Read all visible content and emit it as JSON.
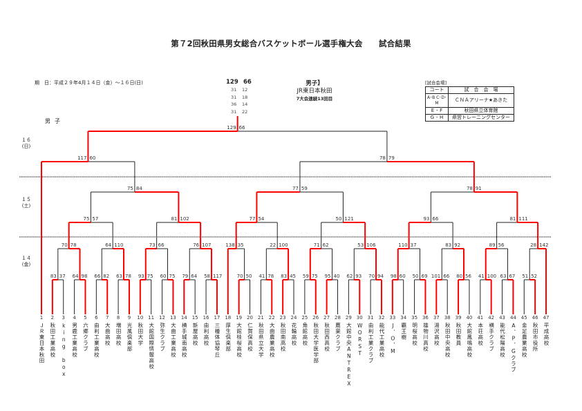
{
  "title": "第７2回秋田県男女総合バスケットボール選手権大会　　試合結果",
  "date": "期　日：平成２９年4月１４日（金）～１６日(日)",
  "gender_label": "男子",
  "final_result": {
    "total": [
      129,
      66
    ],
    "periods": [
      [
        31,
        12
      ],
      [
        31,
        18
      ],
      [
        36,
        14
      ],
      [
        31,
        22
      ]
    ],
    "champion_header": "男子】",
    "champion": "JR東日本秋田",
    "note": "7大会連続13回目"
  },
  "days": [
    {
      "day": "１６",
      "weekday": "(日)"
    },
    {
      "day": "１５",
      "weekday": "(土)"
    },
    {
      "day": "１４",
      "weekday": "(金)"
    }
  ],
  "venues": {
    "label": "[試合会場]",
    "header": [
      "コート",
      "試　合　会　場"
    ],
    "rows": [
      {
        "court": "A･B C･D･M",
        "venue": "ＣＮＡアリーナ★あきた"
      },
      {
        "court": "E ･ F",
        "venue": "秋田県立体育館"
      },
      {
        "court": "G ･ H",
        "venue": "県営トレーニングセンター"
      }
    ]
  },
  "colors": {
    "winner_line": "#ff0000",
    "loser_line": "#222222"
  },
  "teams": [
    "ＪＲ東日本秋田",
    "秋田工業高校",
    "king box",
    "男鹿工業高校",
    "六郷クラブ",
    "由利工業高校",
    "大曲高校",
    "増田高校",
    "光風倶楽部",
    "秋田大学",
    "大館国際情報高校",
    "弥生クラブ",
    "大曲工業高校",
    "横手城南高校",
    "新屋高校",
    "由利高校",
    "三種体協琴丘",
    "厚生倶楽部",
    "大館桂桜高校",
    "仁賀保高校",
    "秋田県立大学",
    "大曲農業高校",
    "秋田南高校",
    "花輪高校",
    "角館高校",
    "秋田大学医学部",
    "秋田西高校",
    "鷹巣クラブ",
    "大館中央ANTREX",
    "WORST",
    "由利工業クラブ",
    "能代工業高校",
    "J．O．M",
    "覇王樹",
    "明桜高校",
    "雄物川高校",
    "湯沢高校",
    "秋田中央高校",
    "秋田教員",
    "大館鳳鳴高校",
    "本荘高校",
    "横手クラブ",
    "能代松陽高校",
    "A．P．Gクラブ",
    "金足農業高校",
    "秋田市役所",
    "平成高校"
  ],
  "bracket": {
    "s": [
      129,
      66
    ],
    "c": [
      {
        "s": [
          117,
          60
        ],
        "c": [
          1,
          {
            "s": [
              75,
              84
            ],
            "c": [
              {
                "s": [
                  75,
                  57
                ],
                "c": [
                  {
                    "s": [
                      70,
                      78
                    ],
                    "c": [
                      {
                        "s": [
                          83,
                          37
                        ],
                        "c": [
                          2,
                          3
                        ]
                      },
                      {
                        "s": [
                          64,
                          98
                        ],
                        "c": [
                          4,
                          5
                        ]
                      }
                    ]
                  },
                  {
                    "s": [
                      64,
                      110
                    ],
                    "c": [
                      {
                        "s": [
                          66,
                          82
                        ],
                        "c": [
                          6,
                          7
                        ]
                      },
                      {
                        "s": [
                          63,
                          78
                        ],
                        "c": [
                          8,
                          9
                        ]
                      }
                    ]
                  }
                ]
              },
              {
                "s": [
                  81,
                  102
                ],
                "c": [
                  {
                    "s": [
                      73,
                      66
                    ],
                    "c": [
                      {
                        "s": [
                          93,
                          75
                        ],
                        "c": [
                          10,
                          11
                        ]
                      },
                      {
                        "s": [
                          60,
                          75
                        ],
                        "c": [
                          12,
                          13
                        ]
                      }
                    ]
                  },
                  {
                    "s": [
                      76,
                      107
                    ],
                    "c": [
                      {
                        "s": [
                          79,
                          64
                        ],
                        "c": [
                          14,
                          15
                        ]
                      },
                      {
                        "s": [
                          58,
                          117
                        ],
                        "c": [
                          16,
                          17
                        ]
                      }
                    ]
                  }
                ]
              }
            ]
          }
        ]
      },
      {
        "s": [
          78,
          79
        ],
        "c": [
          {
            "s": [
              77,
              59
            ],
            "c": [
              {
                "s": [
                  77,
                  54
                ],
                "c": [
                  {
                    "s": [
                      138,
                      35
                    ],
                    "c": [
                      18,
                      {
                        "s": [
                          70,
                          50
                        ],
                        "c": [
                          19,
                          20
                        ]
                      }
                    ]
                  },
                  {
                    "s": [
                      22,
                      100
                    ],
                    "c": [
                      {
                        "s": [
                          41,
                          78
                        ],
                        "c": [
                          21,
                          22
                        ]
                      },
                      {
                        "s": [
                          83,
                          45
                        ],
                        "c": [
                          23,
                          24
                        ]
                      }
                    ]
                  }
                ]
              },
              {
                "s": [
                  50,
                  121
                ],
                "c": [
                  {
                    "s": [
                      71,
                      62
                    ],
                    "c": [
                      {
                        "s": [
                          59,
                          75
                        ],
                        "c": [
                          25,
                          26
                        ]
                      },
                      {
                        "s": [
                          95,
                          40
                        ],
                        "c": [
                          27,
                          28
                        ]
                      }
                    ]
                  },
                  {
                    "s": [
                      53,
                      106
                    ],
                    "c": [
                      {
                        "s": [
                          62,
                          93
                        ],
                        "c": [
                          29,
                          30
                        ]
                      },
                      {
                        "s": [
                          70,
                          94
                        ],
                        "c": [
                          31,
                          32
                        ]
                      }
                    ]
                  }
                ]
              }
            ]
          },
          {
            "s": [
              78,
              91
            ],
            "c": [
              {
                "s": [
                  93,
                  66
                ],
                "c": [
                  {
                    "s": [
                      110,
                      37
                    ],
                    "c": [
                      {
                        "s": [
                          98,
                          60
                        ],
                        "c": [
                          33,
                          34
                        ]
                      },
                      {
                        "s": [
                          50,
                          69
                        ],
                        "c": [
                          35,
                          36
                        ]
                      }
                    ]
                  },
                  {
                    "s": [
                      83,
                      92
                    ],
                    "c": [
                      {
                        "s": [
                          101,
                          66
                        ],
                        "c": [
                          37,
                          38
                        ]
                      },
                      {
                        "s": [
                          80,
                          56
                        ],
                        "c": [
                          39,
                          40
                        ]
                      }
                    ]
                  }
                ]
              },
              {
                "s": [
                  81,
                  111
                ],
                "c": [
                  {
                    "s": [
                      89,
                      56
                    ],
                    "c": [
                      {
                        "s": [
                          41,
                          100
                        ],
                        "c": [
                          41,
                          42
                        ]
                      },
                      {
                        "s": [
                          63,
                          67
                        ],
                        "c": [
                          43,
                          44
                        ]
                      }
                    ]
                  },
                  {
                    "s": [
                      28,
                      142
                    ],
                    "c": [
                      {
                        "s": [
                          51,
                          52
                        ],
                        "c": [
                          45,
                          46
                        ]
                      },
                      47
                    ]
                  }
                ]
              }
            ]
          }
        ]
      }
    ]
  }
}
